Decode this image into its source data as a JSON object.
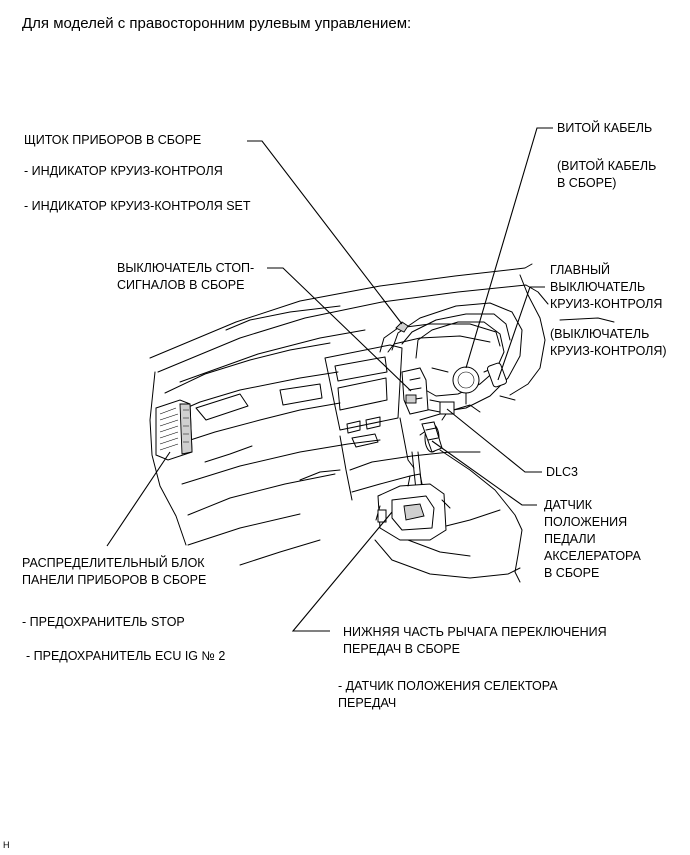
{
  "title": "Для моделей с правосторонним рулевым управлением:",
  "image_code": "H",
  "labels": {
    "combination_meter": "ЩИТОК ПРИБОРОВ В СБОРЕ",
    "cruise_indicator": "- ИНДИКАТОР КРУИЗ-КОНТРОЛЯ",
    "cruise_set_indicator": "- ИНДИКАТОР КРУИЗ-КОНТРОЛЯ SET",
    "stop_switch_1": "ВЫКЛЮЧАТЕЛЬ СТОП-",
    "stop_switch_2": "СИГНАЛОВ В СБОРЕ",
    "spiral_cable": "ВИТОЙ КАБЕЛЬ",
    "spiral_note_1": "(ВИТОЙ КАБЕЛЬ",
    "spiral_note_2": "В СБОРЕ)",
    "main_switch_1": "ГЛАВНЫЙ",
    "main_switch_2": "ВЫКЛЮЧАТЕЛЬ",
    "main_switch_3": "КРУИЗ-КОНТРОЛЯ",
    "main_note_1": "(ВЫКЛЮЧАТЕЛЬ",
    "main_note_2": "КРУИЗ-КОНТРОЛЯ)",
    "dlc3": "DLC3",
    "accel_1": "ДАТЧИК",
    "accel_2": "ПОЛОЖЕНИЯ",
    "accel_3": "ПЕДАЛИ",
    "accel_4": "АКСЕЛЕРАТОРА",
    "accel_5": "В СБОРЕ",
    "junction_1": "РАСПРЕДЕЛИТЕЛЬНЫЙ БЛОК",
    "junction_2": "ПАНЕЛИ ПРИБОРОВ В СБОРЕ",
    "fuse_stop": "- ПРЕДОХРАНИТЕЛЬ STOP",
    "fuse_ecu": "- ПРЕДОХРАНИТЕЛЬ ECU IG № 2",
    "shift_1": "НИЖНЯЯ ЧАСТЬ РЫЧАГА ПЕРЕКЛЮЧЕНИЯ",
    "shift_2": "ПЕРЕДАЧ В СБОРЕ",
    "selector_1": "- ДАТЧИК ПОЛОЖЕНИЯ СЕЛЕКТОРА",
    "selector_2": "ПЕРЕДАЧ"
  }
}
